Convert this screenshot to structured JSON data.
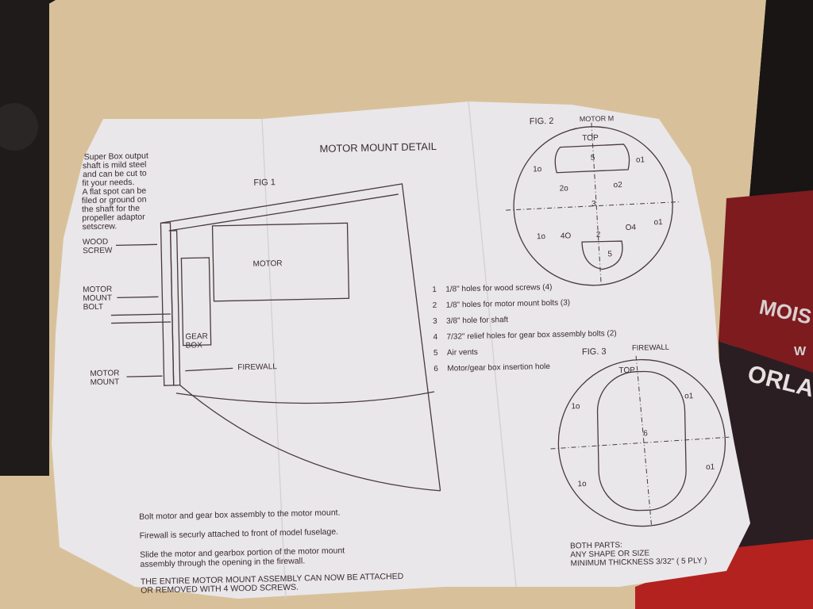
{
  "document": {
    "title": "MOTOR MOUNT DETAIL",
    "note_top_left": [
      "Super Box output",
      "shaft is mild steel",
      "and can be cut to",
      "fit your needs.",
      "A flat spot can be",
      "filed or ground on",
      "the shaft for the",
      "propeller adaptor",
      "setscrew."
    ],
    "fig1": {
      "label": "FIG 1",
      "callouts": {
        "wood_screw": [
          "WOOD",
          "SCREW"
        ],
        "motor_mount_bolt": [
          "MOTOR",
          "MOUNT",
          "BOLT"
        ],
        "motor_mount": [
          "MOTOR",
          "MOUNT"
        ],
        "motor": "MOTOR",
        "gear_box": [
          "GEAR",
          "BOX"
        ],
        "firewall": "FIREWALL"
      }
    },
    "legend": [
      {
        "num": "1",
        "text": "1/8\" holes for wood screws (4)"
      },
      {
        "num": "2",
        "text": "1/8\" holes for motor mount bolts (3)"
      },
      {
        "num": "3",
        "text": "3/8\" hole for shaft"
      },
      {
        "num": "4",
        "text": "7/32\" relief holes for gear box assembly bolts (2)"
      },
      {
        "num": "5",
        "text": "Air vents"
      },
      {
        "num": "6",
        "text": "Motor/gear box insertion hole"
      }
    ],
    "fig2": {
      "label": "FIG. 2",
      "caption": "MOTOR M",
      "top": "TOP",
      "marks": [
        "1o",
        "o1",
        "5",
        "2o",
        "o2",
        "3",
        "1o",
        "4O",
        "2",
        "O4",
        "o1",
        "5"
      ]
    },
    "fig3": {
      "label": "FIG. 3",
      "caption": "FIREWALL",
      "top": "TOP",
      "marks": [
        "1o",
        "o1",
        "6",
        "1o",
        "o1"
      ]
    },
    "instructions": [
      "Bolt motor and gear box assembly to the motor mount.",
      "Firewall is securly attached to front of model fuselage.",
      "Slide the motor and gearbox portion of the motor mount",
      "assembly through the opening in the firewall.",
      "THE ENTIRE MOTOR MOUNT ASSEMBLY CAN NOW BE ATTACHED",
      "OR REMOVED WITH 4 WOOD SCREWS."
    ],
    "both_parts": [
      "BOTH PARTS:",
      "ANY SHAPE OR SIZE",
      "MINIMUM THICKNESS  3/32\" ( 5 PLY )"
    ]
  },
  "background": {
    "packaging_text": [
      "MOIS",
      "W",
      "ORLA"
    ]
  },
  "colors": {
    "desk": "#d8c19a",
    "paper": "#e9e7ea",
    "ink": "#3a2a2e",
    "packaging": "#8e1f22"
  }
}
